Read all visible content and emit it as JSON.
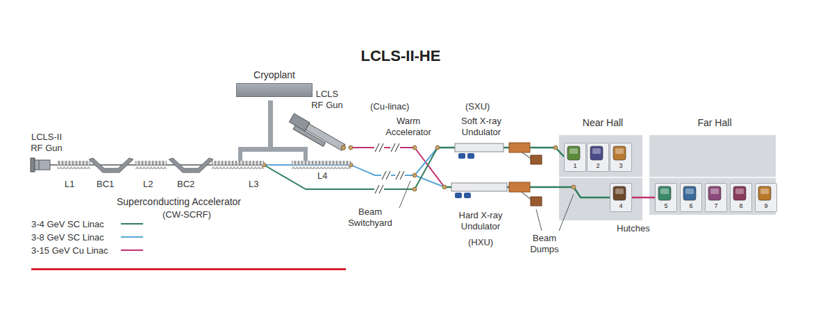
{
  "diagram": {
    "title": "LCLS-II-HE",
    "nodes": [
      {
        "text": [
          "Cryoplant"
        ]
      },
      {
        "text": [
          "Near Hall"
        ]
      },
      {
        "text": [
          "Far Hall"
        ]
      },
      {
        "text": [
          "1"
        ],
        "in": 1
      },
      {
        "text": [
          "2"
        ],
        "in": 1
      },
      {
        "text": [
          "3"
        ],
        "in": 1
      },
      {
        "text": [
          "4"
        ],
        "in": 1
      },
      {
        "text": [
          "5"
        ],
        "in": 2
      },
      {
        "text": [
          "6"
        ],
        "in": 2
      },
      {
        "text": [
          "7"
        ],
        "in": 2
      },
      {
        "text": [
          "8"
        ],
        "in": 2
      },
      {
        "text": [
          "9"
        ],
        "in": 2
      }
    ],
    "edges": [
      {
        "from": 6,
        "to": 7,
        "arrow": "none"
      }
    ],
    "labels": [
      "LCLS-II RF Gun",
      "L1",
      "BC1",
      "L2",
      "BC2",
      "L3",
      "L4",
      "Superconducting Accelerator",
      "(CW-SCRF)",
      "LCLS RF Gun",
      "(Cu-linac)",
      "Warm Accelerator",
      "Beam Switchyard",
      "(SXU)",
      "Soft X-ray Undulator",
      "Hard X-ray Undulator",
      "(HXU)",
      "Beam Dumps",
      "Hutches"
    ],
    "legend": [
      {
        "text": "3-4 GeV SC Linac"
      },
      {
        "text": "3-8 GeV SC Linac"
      },
      {
        "text": "3-15 GeV Cu Linac"
      }
    ]
  }
}
